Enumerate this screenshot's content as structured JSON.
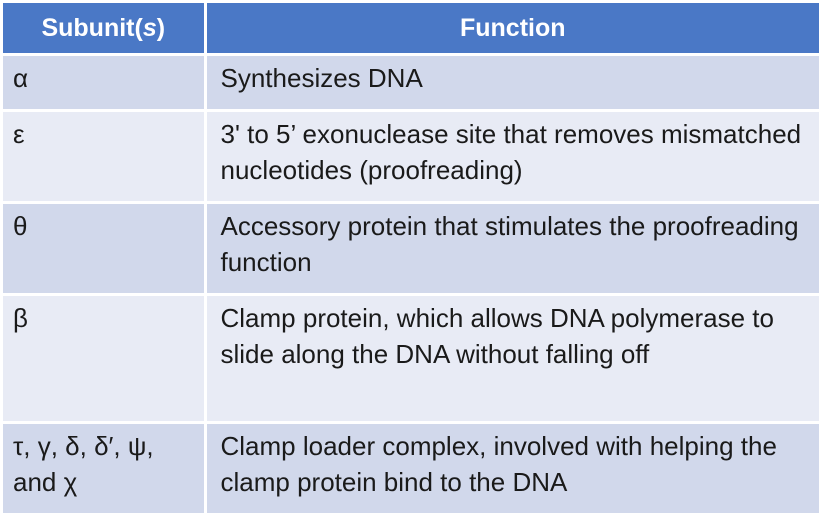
{
  "table": {
    "header": {
      "col1_prefix": "Subunit(",
      "col1_italic": "s",
      "col1_suffix": ")",
      "col2": "Function"
    },
    "rows": [
      {
        "subunit": "α",
        "function": "Synthesizes DNA"
      },
      {
        "subunit": "ε",
        "function": "3' to 5’ exonuclease site that removes mismatched nucleotides (proofreading)"
      },
      {
        "subunit": "θ",
        "function": "Accessory protein that stimulates the proofreading function"
      },
      {
        "subunit": "β",
        "function": "Clamp protein, which allows DNA polymerase to slide along the DNA without falling off"
      },
      {
        "subunit": "τ, γ, δ, δ′, ψ, and χ",
        "function": "Clamp loader complex, involved with helping the clamp protein bind to the DNA"
      }
    ]
  }
}
